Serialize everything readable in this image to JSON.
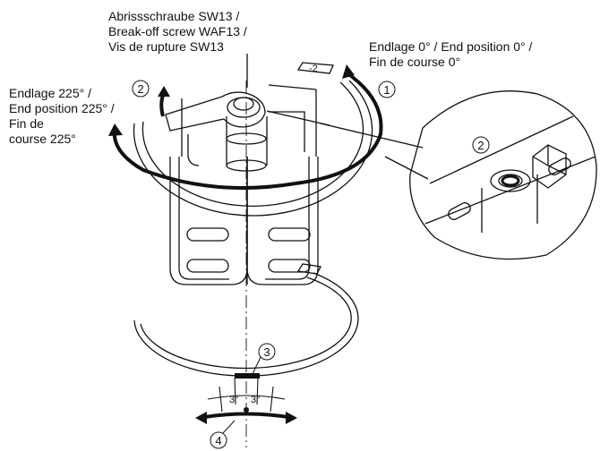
{
  "labels": {
    "screw": [
      "Abrissschraube SW13 /",
      "Break-off screw WAF13 /",
      "Vis de rupture SW13"
    ],
    "end0": [
      "Endlage 0° / End position 0° /",
      "Fin de course 0°"
    ],
    "end225": [
      "Endlage 225° /",
      "End position 225° /",
      "Fin de",
      "course 225°"
    ]
  },
  "callouts": {
    "c1": "1",
    "c2": "2",
    "c2_detail": "2",
    "c3": "3",
    "c4": "4"
  },
  "scale_marks": {
    "left": "3°",
    "right": "3°"
  },
  "colors": {
    "line": "#111111",
    "background": "#ffffff"
  }
}
